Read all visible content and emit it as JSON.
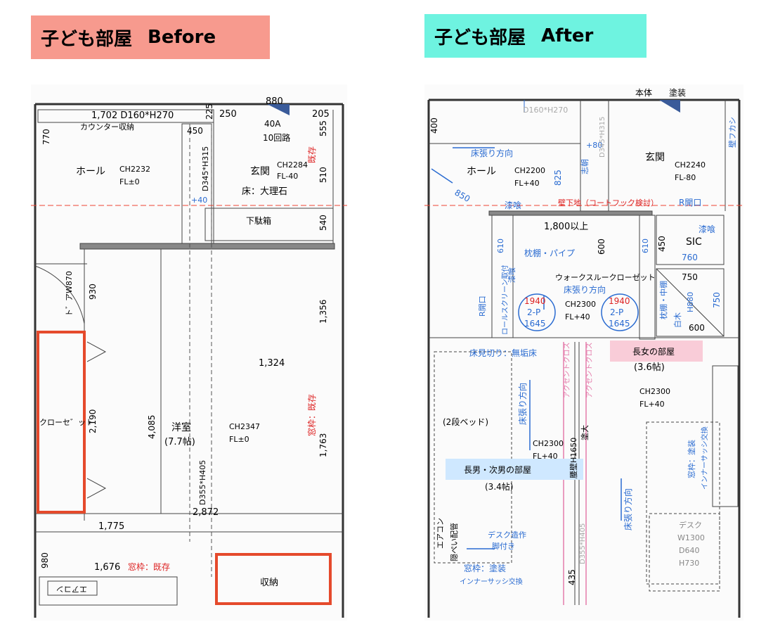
{
  "before": {
    "title_jp": "子ども部屋",
    "title_en": "Before",
    "header_color": "#f79a8e",
    "labels": {
      "dim_1702": "1,702 D160*H270",
      "dim_225": "225",
      "dim_250": "250",
      "dim_880": "880",
      "dim_205": "205",
      "counter_storage": "カウンター収納",
      "dim_770": "770",
      "dim_450": "450",
      "breaker": "40A",
      "circuits": "10回路",
      "dim_555": "555",
      "kizon1": "既存",
      "hall": "ホール",
      "hall_ch": "CH2232",
      "hall_fl": "FL±0",
      "d345": "D345*H315",
      "genkan": "玄関",
      "genkan_ch": "CH2284",
      "genkan_fl": "FL-40",
      "floor_marble": "床：大理石",
      "dim_510": "510",
      "plus40": "+40",
      "shoe_box": "下駄箱",
      "dim_540": "540",
      "door_w": "ト゛アW870",
      "dim_930": "930",
      "dim_1356": "1,356",
      "dim_1324": "1,324",
      "window_kizon": "窓枠：既存",
      "closet": "クローセ゛ット",
      "dim_2190": "2,190",
      "dim_4085": "4,085",
      "youshitsu": "洋室",
      "youshitsu_size": "(7.7帖)",
      "room_ch": "CH2347",
      "room_fl": "FL±0",
      "dim_1763": "1,763",
      "d355": "D355*H405",
      "dim_2872": "2,872",
      "dim_1775": "1,775",
      "dim_980": "980",
      "dim_1676": "1,676",
      "window_kizon2": "窓枠：既存",
      "storage": "収納",
      "aircon": "エアコン"
    }
  },
  "after": {
    "title_jp": "子ども部屋",
    "title_en": "After",
    "header_color": "#6ef3e0",
    "labels": {
      "hontai": "本体",
      "tosou": "塗装",
      "d160": "D160*H270",
      "dim_400": "400",
      "kabe_fukashi": "壁フカシ",
      "floor_dir1": "床張り方向",
      "hall": "ホール",
      "hall_ch": "CH2200",
      "hall_fl": "FL+40",
      "dim_825": "825",
      "plus80": "+80",
      "shibou": "志朝",
      "d345": "D345*H315",
      "genkan": "玄関",
      "genkan_ch": "CH2240",
      "genkan_fl": "FL-80",
      "dim_850": "850",
      "shikkui1": "漆喰",
      "kabe_shitaji": "壁下地（コートフック検討）",
      "r_kaikou": "R開口",
      "dim_1800": "1,800以上",
      "shikkui2": "漆喰",
      "dim_610a": "610",
      "makura_pipe": "枕棚・パイプ",
      "dim_600a": "600",
      "dim_610b": "610",
      "dim_450": "450",
      "sic": "SIC",
      "dim_760": "760",
      "shikkui3": "漆喰",
      "walk_through": "ウォークスルークローゼット",
      "dim_750a": "750",
      "floor_dir2": "床張り方向",
      "roll_screen": "ロールスクリーン取付",
      "r_kaikou2": "R開口",
      "num_1940a": "1940",
      "num_2p_a": "2-P",
      "num_1645a": "1645",
      "wic_ch": "CH2300",
      "wic_fl": "FL+40",
      "num_1940b": "1940",
      "num_2p_b": "2-P",
      "num_1645b": "1645",
      "makura_chuudana": "枕棚・中棚",
      "shiro": "白木",
      "h880": "H880",
      "dim_750b": "750",
      "dim_600b": "600",
      "yuka_mikiri": "床見切り：無垢床",
      "eldest_daughter": "長女の部屋",
      "daughter_size": "(3.6帖)",
      "accent1": "アクセントクロス",
      "accent2": "アクセントクロス",
      "floor_dir3": "床張り方向",
      "bunk": "(2段ベッド)",
      "room2_ch": "CH2300",
      "room2_fl": "FL+40",
      "koshikabe": "腰壁H1650",
      "tosou2": "塗大",
      "daughter_ch": "CH2300",
      "daughter_fl": "FL+40",
      "window_tosou": "窓枠：塗装",
      "inner_sash": "インナーサッシ交換",
      "sons_room": "長男・次男の部屋",
      "sons_size": "(3.4帖)",
      "floor_dir4": "床張り方向",
      "aircon": "エアコン",
      "kakushi": "隠ぺい配管",
      "desk_zousaku": "デスク造作",
      "ashi": "脚付き",
      "d355": "D355*H405",
      "desk": "デスク",
      "w1300": "W1300",
      "d640": "D640",
      "h730": "H730",
      "window_tosou2": "窓枠：塗装",
      "inner_sash2": "インナーサッシ交換",
      "dim_435": "435"
    }
  }
}
